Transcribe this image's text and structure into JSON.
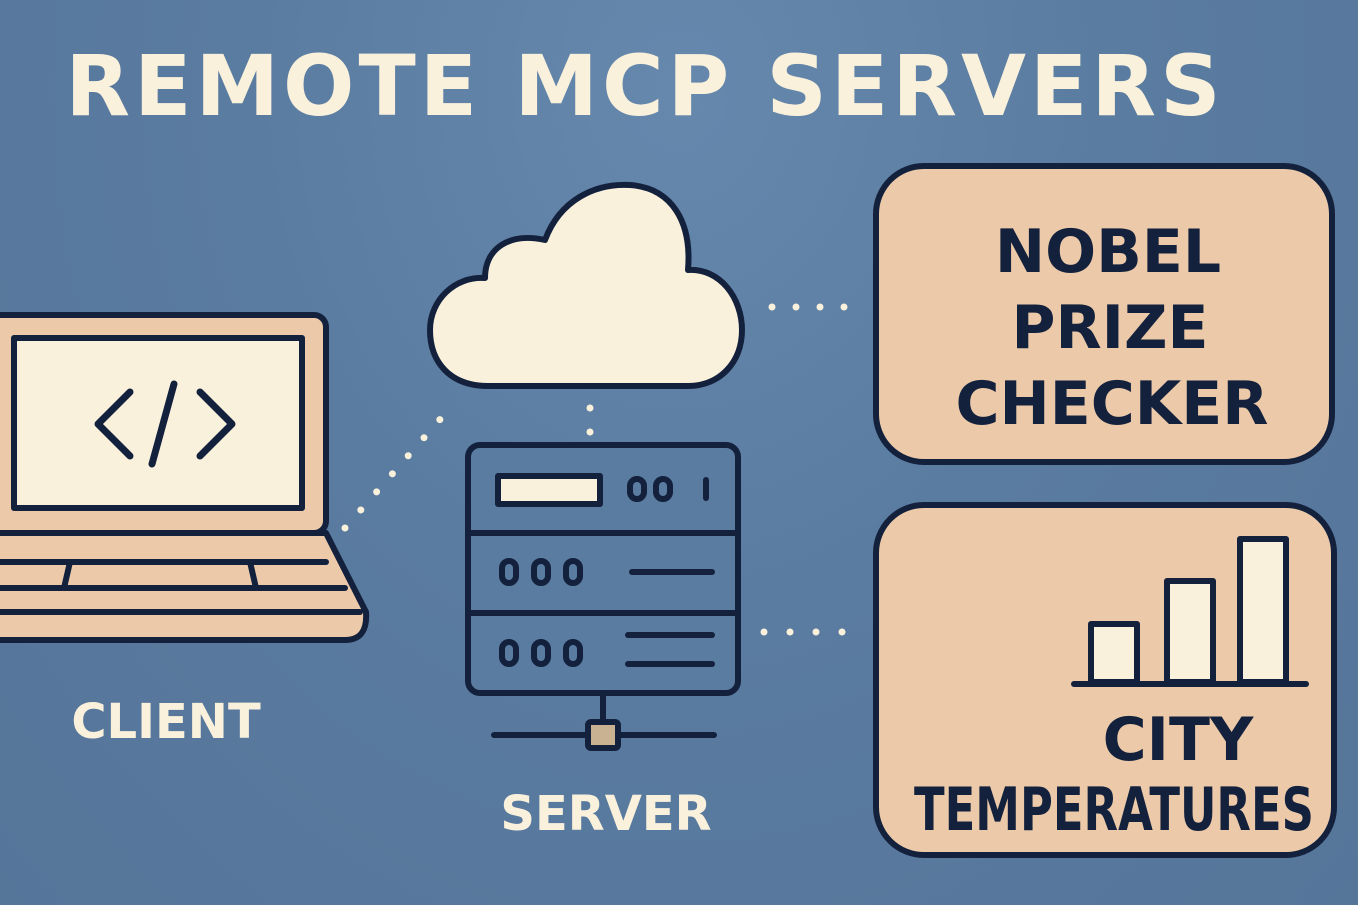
{
  "title": "REMOTE MCP SERVERS",
  "client": {
    "label": "CLIENT",
    "screen_glyph": "</>"
  },
  "server": {
    "label": "SERVER"
  },
  "tools": [
    {
      "lines": [
        "NOBEL",
        "PRIZE",
        "CHECKER"
      ]
    },
    {
      "lines": [
        "CITY",
        "TEMPERATURES"
      ],
      "icon": "bar-chart-icon"
    }
  ],
  "colors": {
    "background": "#5a7ca0",
    "cream": "#faf1dc",
    "tan": "#eccaa9",
    "navy": "#13213d"
  }
}
